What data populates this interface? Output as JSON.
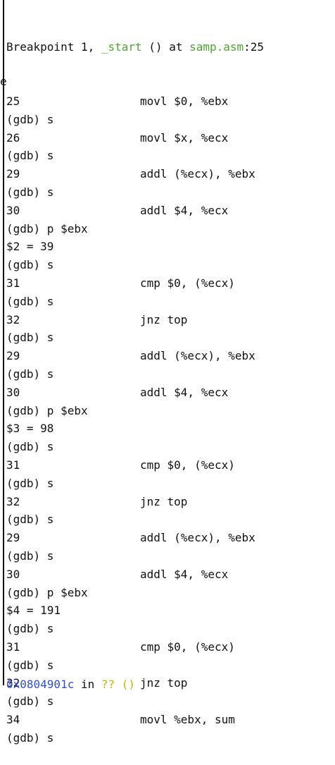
{
  "terminal": {
    "header": {
      "prefix": "Breakpoint 1, ",
      "func": "_start",
      "mid": " () at ",
      "file": "samp.asm",
      "suffix": ":25"
    },
    "lines": [
      {
        "type": "src",
        "no": "25",
        "code": "movl $0, %ebx"
      },
      {
        "type": "cmd",
        "text": "(gdb) s"
      },
      {
        "type": "src",
        "no": "26",
        "code": "movl $x, %ecx"
      },
      {
        "type": "cmd",
        "text": "(gdb) s"
      },
      {
        "type": "src",
        "no": "29",
        "code": "addl (%ecx), %ebx"
      },
      {
        "type": "cmd",
        "text": "(gdb) s"
      },
      {
        "type": "src",
        "no": "30",
        "code": "addl $4, %ecx"
      },
      {
        "type": "cmd",
        "text": "(gdb) p $ebx"
      },
      {
        "type": "out",
        "text": "$2 = 39"
      },
      {
        "type": "cmd",
        "text": "(gdb) s"
      },
      {
        "type": "src",
        "no": "31",
        "code": "cmp $0, (%ecx)"
      },
      {
        "type": "cmd",
        "text": "(gdb) s"
      },
      {
        "type": "src",
        "no": "32",
        "code": "jnz top"
      },
      {
        "type": "cmd",
        "text": "(gdb) s"
      },
      {
        "type": "src",
        "no": "29",
        "code": "addl (%ecx), %ebx"
      },
      {
        "type": "cmd",
        "text": "(gdb) s"
      },
      {
        "type": "src",
        "no": "30",
        "code": "addl $4, %ecx"
      },
      {
        "type": "cmd",
        "text": "(gdb) p $ebx"
      },
      {
        "type": "out",
        "text": "$3 = 98"
      },
      {
        "type": "cmd",
        "text": "(gdb) s"
      },
      {
        "type": "src",
        "no": "31",
        "code": "cmp $0, (%ecx)"
      },
      {
        "type": "cmd",
        "text": "(gdb) s"
      },
      {
        "type": "src",
        "no": "32",
        "code": "jnz top"
      },
      {
        "type": "cmd",
        "text": "(gdb) s"
      },
      {
        "type": "src",
        "no": "29",
        "code": "addl (%ecx), %ebx"
      },
      {
        "type": "cmd",
        "text": "(gdb) s"
      },
      {
        "type": "src",
        "no": "30",
        "code": "addl $4, %ecx"
      },
      {
        "type": "cmd",
        "text": "(gdb) p $ebx"
      },
      {
        "type": "out",
        "text": "$4 = 191"
      },
      {
        "type": "cmd",
        "text": "(gdb) s"
      },
      {
        "type": "src",
        "no": "31",
        "code": "cmp $0, (%ecx)"
      },
      {
        "type": "cmd",
        "text": "(gdb) s"
      },
      {
        "type": "src",
        "no": "32",
        "code": "jnz top"
      },
      {
        "type": "cmd",
        "text": "(gdb) s"
      },
      {
        "type": "src",
        "no": "34",
        "code": "movl %ebx, sum"
      },
      {
        "type": "cmd",
        "text": "(gdb) s"
      }
    ],
    "clipped": {
      "addr": "0x0804901c",
      "mid": " in ",
      "lineno": "?? ()"
    }
  },
  "edge_char": "e",
  "colors": {
    "green": "#4aa82f",
    "yellow": "#c9b400",
    "blue": "#2d4fd6"
  }
}
